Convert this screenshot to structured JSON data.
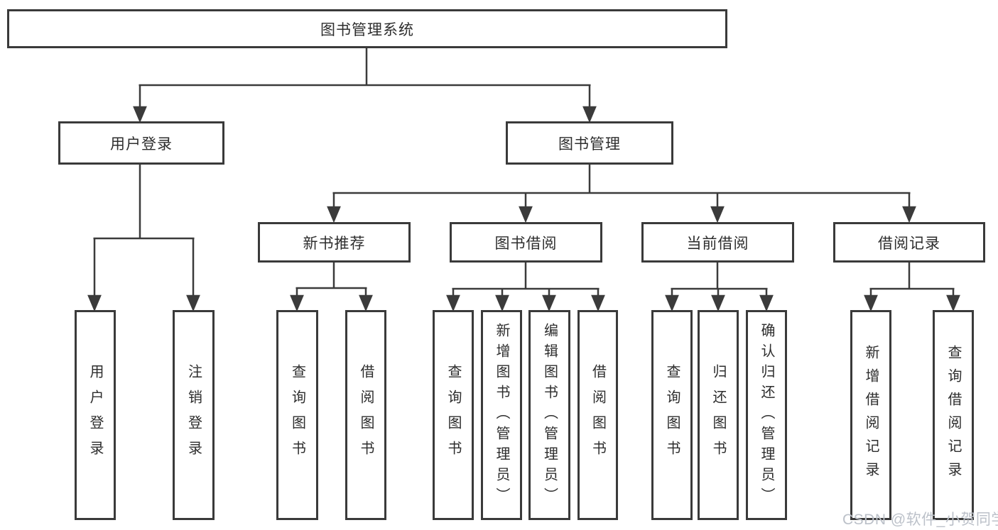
{
  "diagram": {
    "root": {
      "label": "图书管理系统"
    },
    "branches": {
      "user_login": {
        "label": "用户登录",
        "leaves": [
          {
            "label": "用户登录"
          },
          {
            "label": "注销登录"
          }
        ]
      },
      "book_management": {
        "label": "图书管理",
        "sections": {
          "new_book_recommend": {
            "label": "新书推荐",
            "leaves": [
              {
                "label": "查询图书"
              },
              {
                "label": "借阅图书"
              }
            ]
          },
          "book_borrowing": {
            "label": "图书借阅",
            "leaves": [
              {
                "label": "查询图书"
              },
              {
                "label": "新增图书（管理员）"
              },
              {
                "label": "编辑图书（管理员）"
              },
              {
                "label": "借阅图书"
              }
            ]
          },
          "current_borrowing": {
            "label": "当前借阅",
            "leaves": [
              {
                "label": "查询图书"
              },
              {
                "label": "归还图书"
              },
              {
                "label": "确认归还（管理员）"
              }
            ]
          },
          "borrow_records": {
            "label": "借阅记录",
            "leaves": [
              {
                "label": "新增借阅记录"
              },
              {
                "label": "查询借阅记录"
              }
            ]
          }
        }
      }
    },
    "line_color": "#3b3b3b",
    "watermark": "CSDN @软件_小贺同学"
  }
}
